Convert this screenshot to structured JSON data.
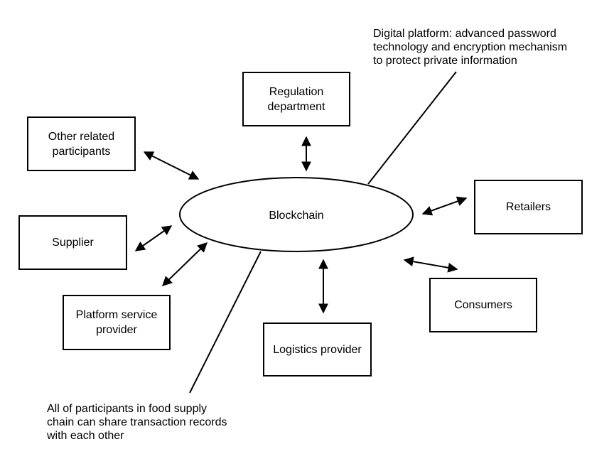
{
  "center": {
    "label": "Blockchain"
  },
  "nodes": [
    {
      "id": "regulation",
      "lines": [
        "Regulation",
        "department"
      ]
    },
    {
      "id": "other",
      "lines": [
        "Other related",
        "participants"
      ]
    },
    {
      "id": "supplier",
      "lines": [
        "Supplier"
      ]
    },
    {
      "id": "platform",
      "lines": [
        "Platform service",
        "provider"
      ]
    },
    {
      "id": "logistics",
      "lines": [
        "Logistics provider"
      ]
    },
    {
      "id": "retailers",
      "lines": [
        "Retailers"
      ]
    },
    {
      "id": "consumers",
      "lines": [
        "Consumers"
      ]
    }
  ],
  "notes": {
    "digital_platform": [
      "Digital platform: advanced password",
      "technology and encryption mechanism",
      "to protect private information"
    ],
    "participants": [
      "All of participants in food supply",
      "chain can share transaction records",
      "with each other"
    ]
  },
  "edges": [
    {
      "from": "blockchain",
      "to": "regulation",
      "style": "double-arrow"
    },
    {
      "from": "blockchain",
      "to": "other",
      "style": "double-arrow"
    },
    {
      "from": "blockchain",
      "to": "supplier",
      "style": "double-arrow"
    },
    {
      "from": "blockchain",
      "to": "platform",
      "style": "double-arrow"
    },
    {
      "from": "blockchain",
      "to": "logistics",
      "style": "double-arrow"
    },
    {
      "from": "blockchain",
      "to": "retailers",
      "style": "double-arrow"
    },
    {
      "from": "blockchain",
      "to": "consumers",
      "style": "double-arrow"
    }
  ],
  "colors": {
    "stroke": "#000000",
    "background": "#ffffff"
  }
}
